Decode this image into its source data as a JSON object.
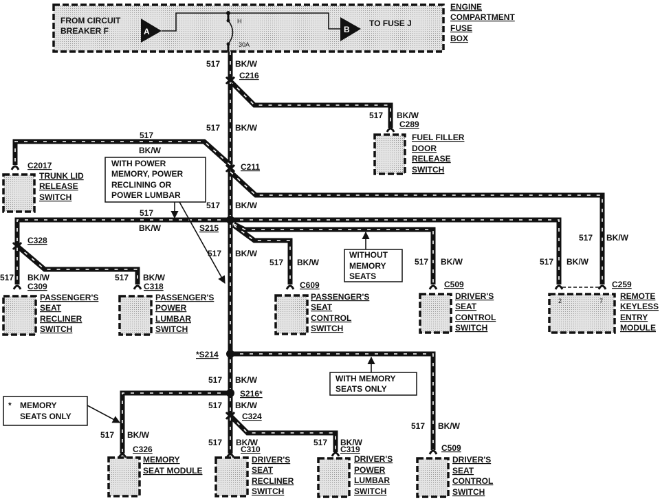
{
  "fuse_box": {
    "from_label": [
      "FROM CIRCUIT",
      "BREAKER F"
    ],
    "connector_a": "A",
    "connector_b": "B",
    "to_label": "TO FUSE J",
    "fuse_cavity": "H",
    "fuse_rating": "30A",
    "name": [
      "ENGINE",
      "COMPARTMENT",
      "FUSE",
      "BOX"
    ]
  },
  "wire": {
    "circuit": "517",
    "color": "BK/W"
  },
  "connectors": {
    "c216": "C216",
    "c289": "C289",
    "c2017": "C2017",
    "c211": "C211",
    "c328": "C328",
    "c309": "C309",
    "c318": "C318",
    "c609": "C609",
    "c509_upper": "C509",
    "c259": "C259",
    "c326": "C326",
    "c324": "C324",
    "c310": "C310",
    "c319": "C319",
    "c509_lower": "C509"
  },
  "splices": {
    "s215": "S215",
    "s214": "*S214",
    "s216": "S216*"
  },
  "components": {
    "fuel_filler": [
      "FUEL FILLER",
      "DOOR",
      "RELEASE",
      "SWITCH"
    ],
    "trunk_lid": [
      "TRUNK LID",
      "RELEASE",
      "SWITCH"
    ],
    "pass_recliner": [
      "PASSENGER'S",
      "SEAT",
      "RECLINER",
      "SWITCH"
    ],
    "pass_lumbar": [
      "PASSENGER'S",
      "POWER",
      "LUMBAR",
      "SWITCH"
    ],
    "pass_control": [
      "PASSENGER'S",
      "SEAT",
      "CONTROL",
      "SWITCH"
    ],
    "drv_control_upper": [
      "DRIVER'S",
      "SEAT",
      "CONTROL",
      "SWITCH"
    ],
    "rke": [
      "REMOTE",
      "KEYLESS",
      "ENTRY",
      "MODULE"
    ],
    "rke_pins": [
      "2",
      "7"
    ],
    "memory_module": [
      "MEMORY",
      "SEAT MODULE"
    ],
    "drv_recliner": [
      "DRIVER'S",
      "SEAT",
      "RECLINER",
      "SWITCH"
    ],
    "drv_lumbar": [
      "DRIVER'S",
      "POWER",
      "LUMBAR",
      "SWITCH"
    ],
    "drv_control_lower": [
      "DRIVER'S",
      "SEAT",
      "CONTROL",
      "SWITCH"
    ]
  },
  "notes": {
    "power_memory": [
      "WITH POWER",
      "MEMORY, POWER",
      "RECLINING OR",
      "POWER LUMBAR"
    ],
    "without_memory": [
      "WITHOUT",
      "MEMORY",
      "SEATS"
    ],
    "with_memory": [
      "WITH MEMORY",
      "SEATS ONLY"
    ],
    "memory_only_star": "*",
    "memory_only": [
      "MEMORY",
      "SEATS ONLY"
    ]
  }
}
